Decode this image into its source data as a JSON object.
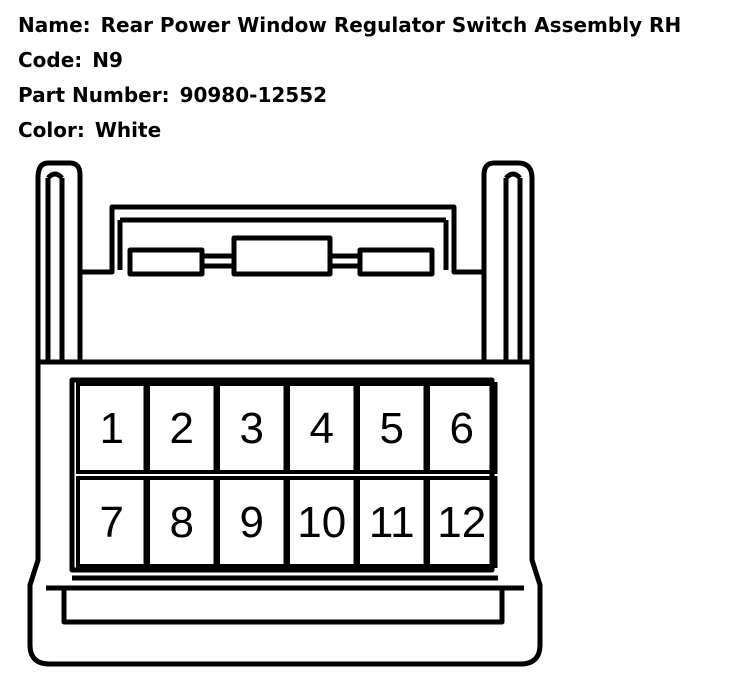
{
  "header": {
    "name_label": "Name:",
    "name_value": "Rear Power Window Regulator Switch Assembly RH",
    "code_label": "Code:",
    "code_value": "N9",
    "part_label": "Part Number:",
    "part_value": "90980-12552",
    "color_label": "Color:",
    "color_value": "White"
  },
  "connector": {
    "rows": [
      [
        "1",
        "2",
        "3",
        "4",
        "5",
        "6"
      ],
      [
        "7",
        "8",
        "9",
        "10",
        "11",
        "12"
      ]
    ]
  }
}
